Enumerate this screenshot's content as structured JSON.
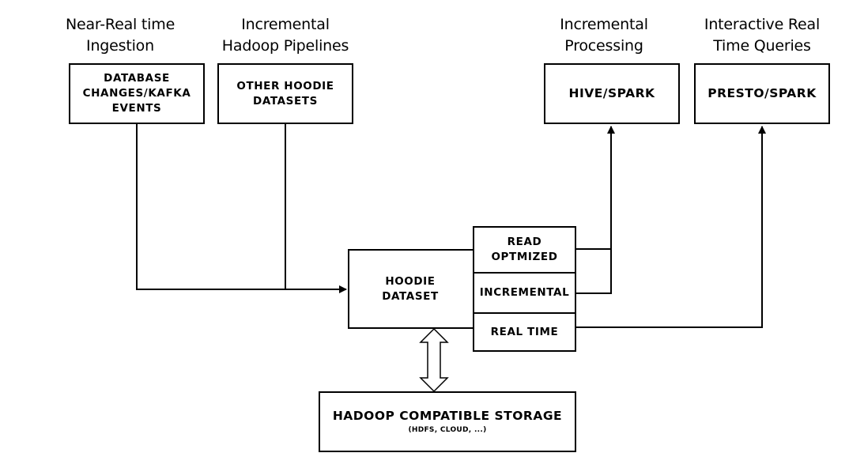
{
  "captions": {
    "ingestion": [
      "Near-Real time",
      "Ingestion"
    ],
    "pipelines": [
      "Incremental",
      "Hadoop Pipelines"
    ],
    "processing": [
      "Incremental",
      "Processing"
    ],
    "queries": [
      "Interactive Real",
      "Time Queries"
    ]
  },
  "boxes": {
    "database": [
      "DATABASE",
      "CHANGES/KAFKA",
      "EVENTS"
    ],
    "other": [
      "OTHER HOODIE",
      "DATASETS"
    ],
    "hive": "HIVE/SPARK",
    "presto": "PRESTO/SPARK",
    "dataset": [
      "HOODIE",
      "DATASET"
    ],
    "storage": "HADOOP COMPATIBLE STORAGE",
    "storage_sub": "(HDFS, CLOUD, ...)"
  },
  "views": {
    "read_optimized": [
      "READ",
      "OPTMIZED"
    ],
    "incremental": "INCREMENTAL",
    "real_time": "REAL TIME"
  }
}
